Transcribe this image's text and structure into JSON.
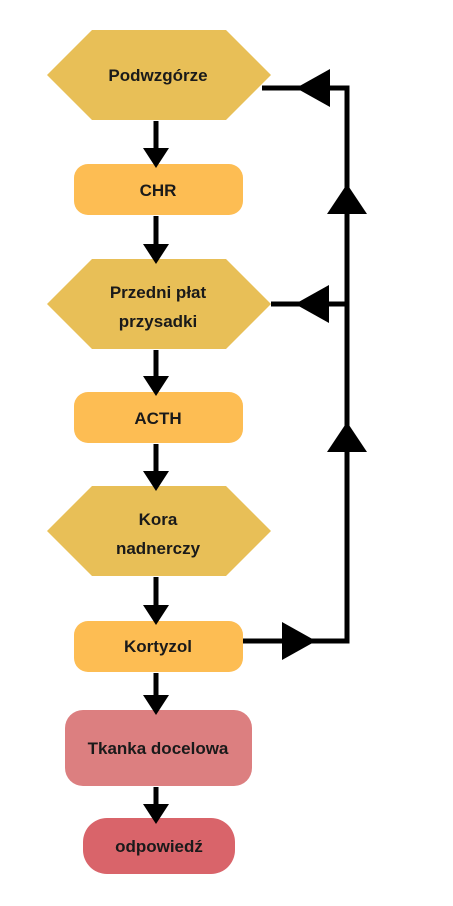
{
  "nodes": {
    "hypothalamus": "Podwzgórze",
    "chr": "CHR",
    "pituitary_line1": "Przedni płat",
    "pituitary_line2": "przysadki",
    "acth": "ACTH",
    "adrenal_line1": "Kora",
    "adrenal_line2": "nadnerczy",
    "cortisol": "Kortyzol",
    "target": "Tkanka docelowa",
    "response": "odpowiedź"
  },
  "colors": {
    "hexagon": "#e8bf57",
    "rounded_box": "#fdbd53",
    "target_box": "#dc7f80",
    "response_box": "#d9646a",
    "line": "#000000"
  }
}
